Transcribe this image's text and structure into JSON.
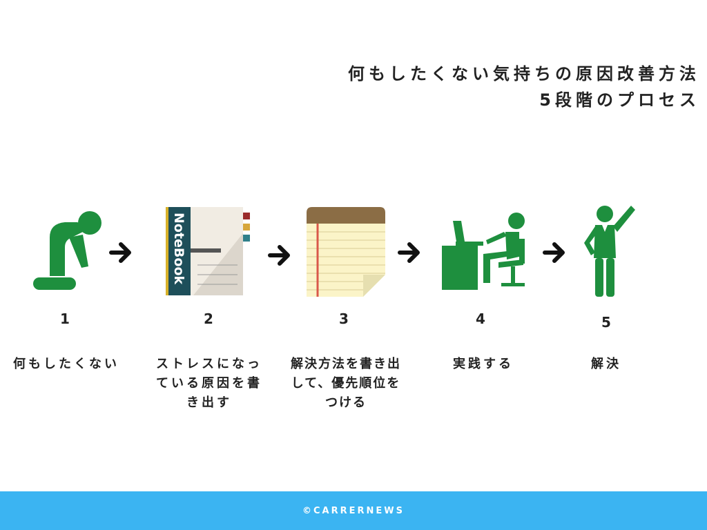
{
  "title": {
    "line1": "何もしたくない気持ちの原因改善方法",
    "line2": "5段階のプロセス"
  },
  "notebook_text": "NoteBook",
  "steps": [
    {
      "number": "1",
      "label": "何もしたくない",
      "icon": "kneeling-person-icon"
    },
    {
      "number": "2",
      "label_lines": [
        "ストレスになっ",
        "ている原因を書",
        "き出す"
      ],
      "icon": "notebook-icon"
    },
    {
      "number": "3",
      "label_lines": [
        "解決方法を書き出",
        "して、優先順位を",
        "つける"
      ],
      "icon": "notepad-icon"
    },
    {
      "number": "4",
      "label": "実践する",
      "icon": "person-at-desk-icon"
    },
    {
      "number": "5",
      "label": "解決",
      "icon": "victory-person-icon"
    }
  ],
  "footer": {
    "copyright": "©CARRERNEWS"
  },
  "colors": {
    "figure": "#1e8f3e",
    "footer_bg": "#3bb4f2",
    "notebook_cover": "#1e4f5a",
    "notepad_top": "#8b6d45"
  }
}
